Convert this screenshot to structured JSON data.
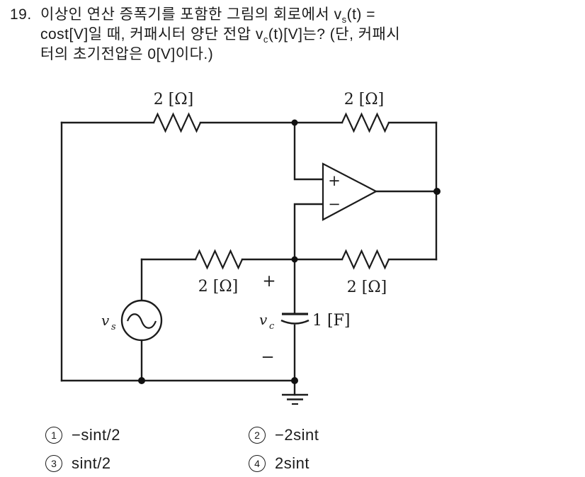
{
  "question": {
    "number": "19.",
    "line1_pre": "이상인 연산 증폭기를 포함한 그림의 회로에서 v",
    "line1_sub": "s",
    "line1_post": "(t) =",
    "line2_pre": "cost[V]일 때, 커패시터 양단 전압 v",
    "line2_sub": "c",
    "line2_post": "(t)[V]는? (단, 커패시",
    "line3": "터의 초기전압은 0[V]이다.)"
  },
  "circuit": {
    "r_top_left": "2 [Ω]",
    "r_top_right": "2 [Ω]",
    "r_bottom_left": "2 [Ω]",
    "r_bottom_right": "2 [Ω]",
    "cap_value": "1 [F]",
    "cap_plus": "+",
    "cap_minus": "−",
    "vs_base": "v",
    "vs_sub": "s",
    "vc_base": "v",
    "vc_sub": "c",
    "opamp_plus": "+",
    "opamp_minus": "−"
  },
  "options": [
    {
      "marker": "1",
      "text": "−sint/2"
    },
    {
      "marker": "2",
      "text": "−2sint"
    },
    {
      "marker": "3",
      "text": "sint/2"
    },
    {
      "marker": "4",
      "text": "2sint"
    }
  ]
}
